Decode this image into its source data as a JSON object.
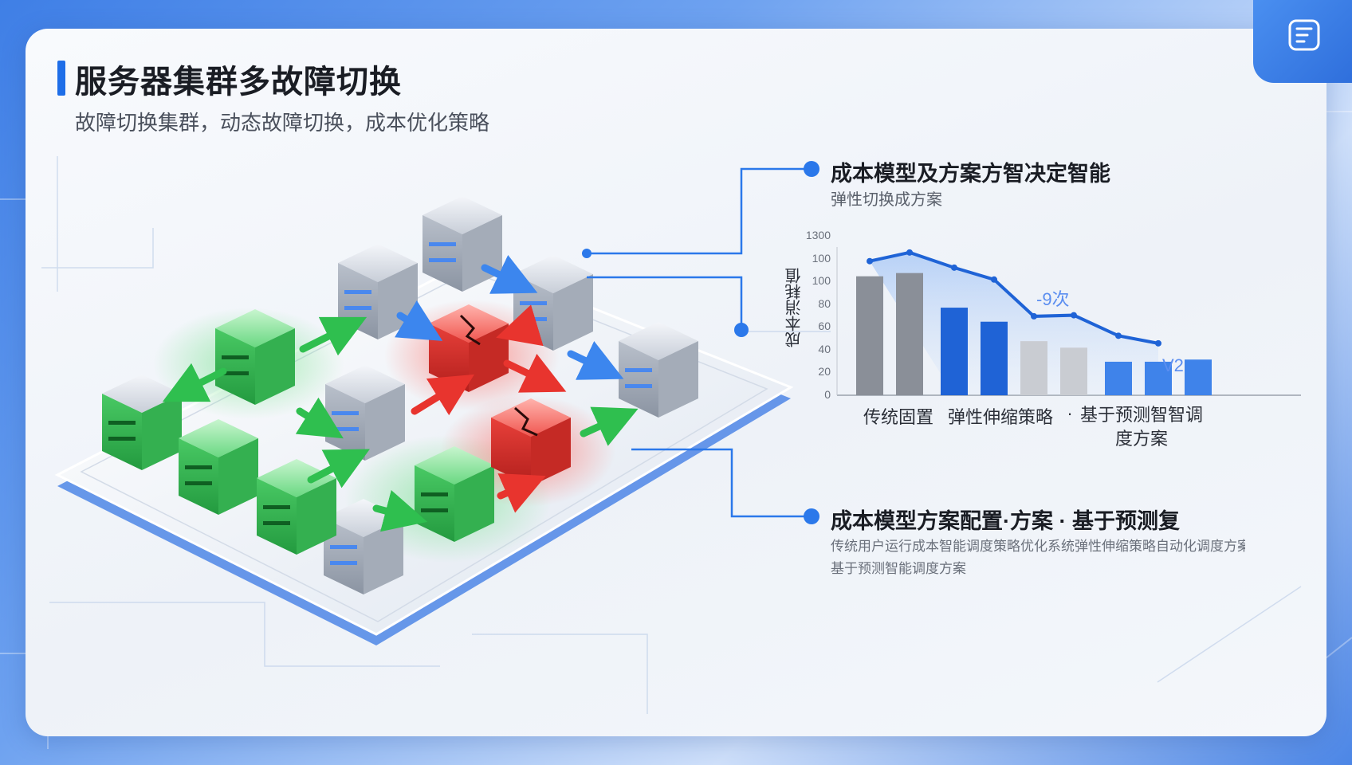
{
  "header": {
    "title": "服务器集群多故障切换",
    "subtitle": "故障切换集群，动态故障切换，成本优化策略"
  },
  "callouts": {
    "top": {
      "title": "成本模型及方案方智决定智能",
      "desc": "弹性切换成方案"
    },
    "bottom": {
      "title": "成本模型方案配置·方案 · 基于预测复",
      "desc_line1": "传统用户运行成本智能调度策略优化系统弹性伸缩策略自动化调度方案配置",
      "desc_line2": "基于预测智能调度方案"
    }
  },
  "chart_data": {
    "type": "bar",
    "categories": [
      "传统固置",
      "弹性伸缩策略",
      "基于预测智智调度方案"
    ],
    "category_separator": "·",
    "ylabel": "成本消耗值",
    "yticks": [
      "0",
      "20",
      "40",
      "60",
      "80",
      "100",
      "100",
      "1300"
    ],
    "ylim": [
      0,
      140
    ],
    "bars": [
      {
        "group": 0,
        "value": 110,
        "color": "#8a8f98"
      },
      {
        "group": 0,
        "value": 113,
        "color": "#8a8f98"
      },
      {
        "group": 1,
        "value": 81,
        "color": "#1f63d6"
      },
      {
        "group": 1,
        "value": 68,
        "color": "#1f63d6"
      },
      {
        "group": 1,
        "value": 50,
        "color": "#c9ccd2"
      },
      {
        "group": 1,
        "value": 44,
        "color": "#c9ccd2"
      },
      {
        "group": 2,
        "value": 31,
        "color": "#3f83ea"
      },
      {
        "group": 2,
        "value": 31,
        "color": "#3f83ea"
      },
      {
        "group": 2,
        "value": 33,
        "color": "#3f83ea"
      }
    ],
    "trend_line": [
      124,
      132,
      118,
      107,
      73,
      74,
      55,
      48
    ],
    "trend_color": "#1f63d6",
    "annotations": [
      "-9次",
      "V2"
    ]
  },
  "colors": {
    "accent": "#1e6ee8",
    "healthy": "#3cc25a",
    "failed": "#e23b36",
    "neutral": "#b9bfc9"
  },
  "icons": {
    "logo": "tablet-doc-icon"
  }
}
